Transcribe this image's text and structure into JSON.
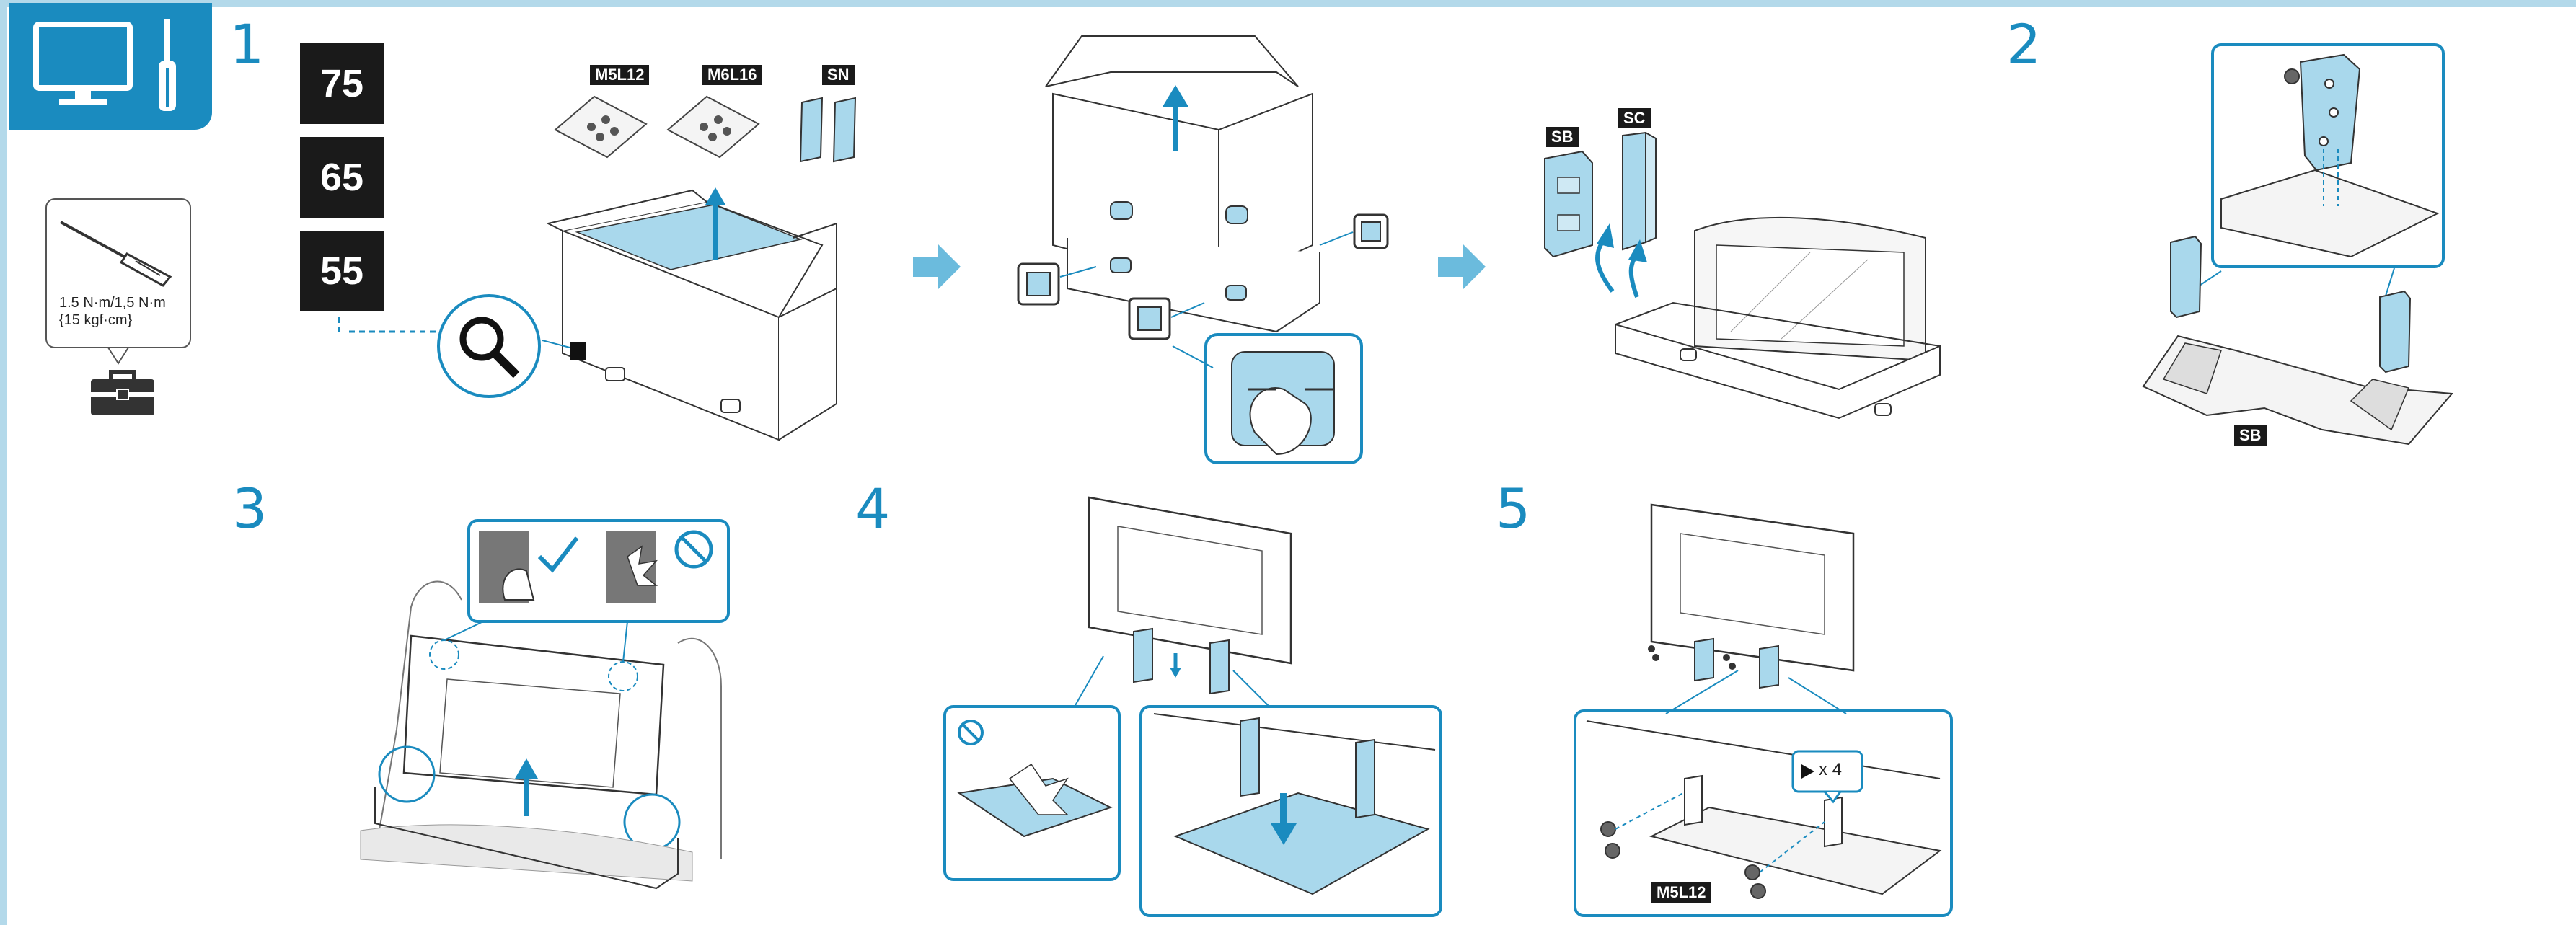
{
  "header": {
    "icons": [
      "tv-icon",
      "screwdriver-icon"
    ]
  },
  "steps": {
    "s1": "1",
    "s2": "2",
    "s3": "3",
    "s4": "4",
    "s5": "5"
  },
  "sizes": [
    "75",
    "65",
    "55"
  ],
  "tool": {
    "torque_line1": "1.5 N·m/1,5 N·m",
    "torque_line2": "{15 kgf·cm}",
    "icons": [
      "screwdriver-icon",
      "toolbox-icon"
    ]
  },
  "parts": {
    "m5l12": "M5L12",
    "m6l16": "M6L16",
    "sn": "SN",
    "sb": "SB",
    "sc": "SC"
  },
  "screw_count": "x 4",
  "colors": {
    "accent": "#1a8bbf",
    "light_accent": "#b3d9ea",
    "part_fill": "#a9d8ec",
    "label_bg": "#1a1a1a",
    "line": "#333333"
  }
}
